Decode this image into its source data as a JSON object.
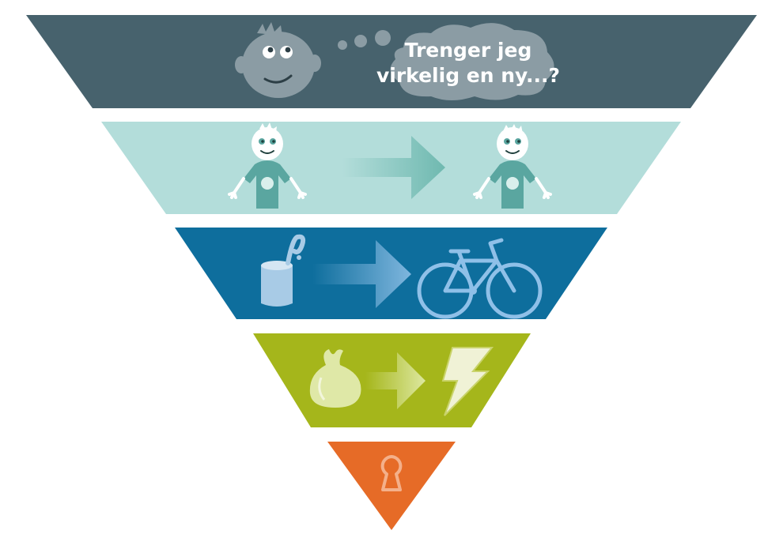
{
  "colors": {
    "tier1": "#47626d",
    "tier2": "#b3ddda",
    "tier3": "#0e6e9d",
    "tier4": "#a5b61b",
    "tier5": "#e66b27"
  },
  "tiers": [
    {
      "id": "tier-1",
      "icons": [
        "face-icon",
        "thought-bubble-icon"
      ]
    },
    {
      "id": "tier-2",
      "icons": [
        "child-shirt-icon",
        "arrow-right-icon",
        "child-shirt-icon"
      ]
    },
    {
      "id": "tier-3",
      "icons": [
        "tin-can-icon",
        "arrow-right-icon",
        "bicycle-icon"
      ]
    },
    {
      "id": "tier-4",
      "icons": [
        "waste-bag-icon",
        "arrow-right-icon",
        "lightning-icon"
      ]
    },
    {
      "id": "tier-5",
      "icons": [
        "keyhole-icon"
      ]
    }
  ],
  "thought": {
    "line1": "Trenger jeg",
    "line2": "virkelig en ny...?"
  }
}
